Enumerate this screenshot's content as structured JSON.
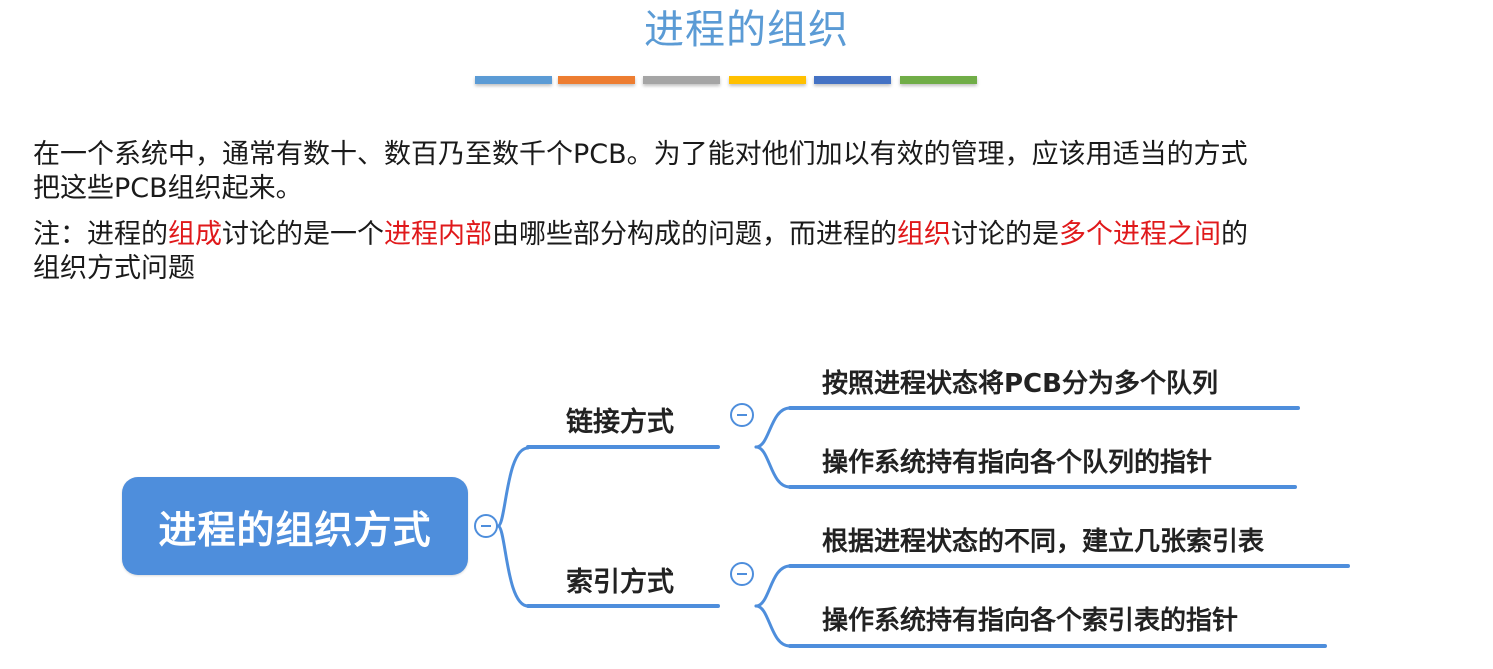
{
  "slide": {
    "title": "进程的组织",
    "color_bar": [
      "#5b9bd5",
      "#ed7d31",
      "#a5a5a5",
      "#ffc000",
      "#4472c4",
      "#70ad47"
    ]
  },
  "paragraph1": {
    "line1": "在一个系统中，通常有数十、数百乃至数千个PCB。为了能对他们加以有效的管理，应该用适当的方式",
    "line2": "把这些PCB组织起来。"
  },
  "note": {
    "l1_a": "注：进程的",
    "l1_b": "组成",
    "l1_c": "讨论的是一个",
    "l1_d": "进程内部",
    "l1_e": "由哪些部分构成的问题，而进程的",
    "l1_f": "组织",
    "l1_g": "讨论的是",
    "l1_h": "多个进程之间",
    "l1_i": "的",
    "l2": "组织方式问题"
  },
  "mindmap": {
    "root": "进程的组织方式",
    "branches": [
      {
        "label": "链接方式",
        "children": [
          "按照进程状态将PCB分为多个队列",
          "操作系统持有指向各个队列的指针"
        ]
      },
      {
        "label": "索引方式",
        "children": [
          "根据进程状态的不同，建立几张索引表",
          "操作系统持有指向各个索引表的指针"
        ]
      }
    ],
    "colors": {
      "root_fill": "#4e8edc",
      "line": "#4e8edc"
    },
    "collapse_icon": "minus-circle-icon"
  }
}
